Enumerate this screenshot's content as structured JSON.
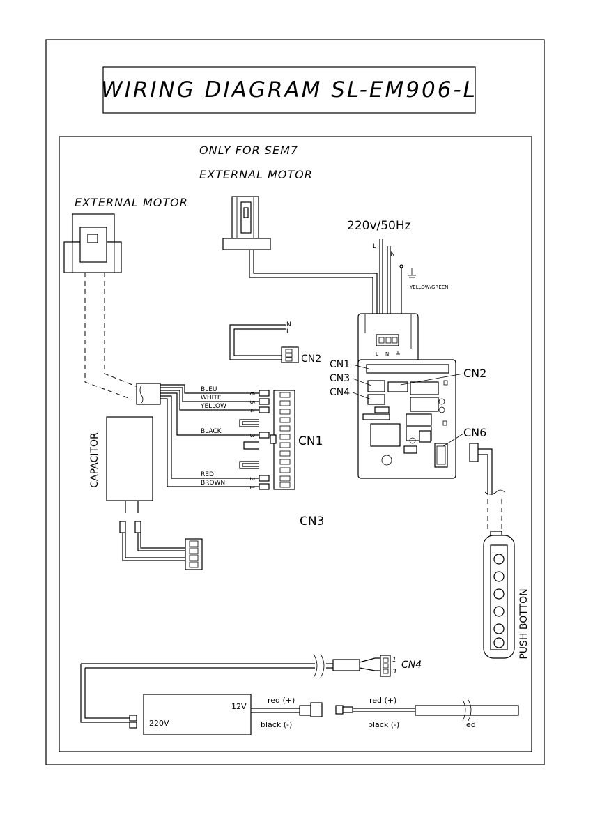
{
  "title": "WIRING DIAGRAM SL-EM906-L",
  "labels": {
    "only_for": "ONLY FOR SEM7",
    "external_motor_top": "EXTERNAL MOTOR",
    "external_motor_left": "EXTERNAL MOTOR",
    "supply": "220v/50Hz",
    "L": "L",
    "N": "N",
    "yellow_green": "YELLOW/GREEN",
    "n_small": "N",
    "l_small": "L",
    "cn1_board": "CN1",
    "cn3_board": "CN3",
    "cn4_board": "CN4",
    "cn2_board": "CN2",
    "cn6_board": "CN6",
    "cn2_conn": "CN2",
    "cn1_conn": "CN1",
    "cn3_text": "CN3",
    "capacitor": "CAPACITOR",
    "push_button": "PUSH BOTTON",
    "cn4_bottom": "CN4",
    "pin1": "1",
    "pin3": "3",
    "v220": "220V",
    "v12": "12V",
    "red_plus_1": "red (+)",
    "black_minus_1": "black (-)",
    "red_plus_2": "red (+)",
    "black_minus_2": "black (-)",
    "led": "led",
    "board_l": "L",
    "board_n": "N"
  },
  "wires": [
    {
      "name": "BLEU",
      "num": "6"
    },
    {
      "name": "WHITE",
      "num": "5"
    },
    {
      "name": "YELLOW",
      "num": "4"
    },
    {
      "name": "BLACK",
      "num": "3"
    },
    {
      "name": "RED",
      "num": "2"
    },
    {
      "name": "BROWN",
      "num": "1"
    }
  ]
}
